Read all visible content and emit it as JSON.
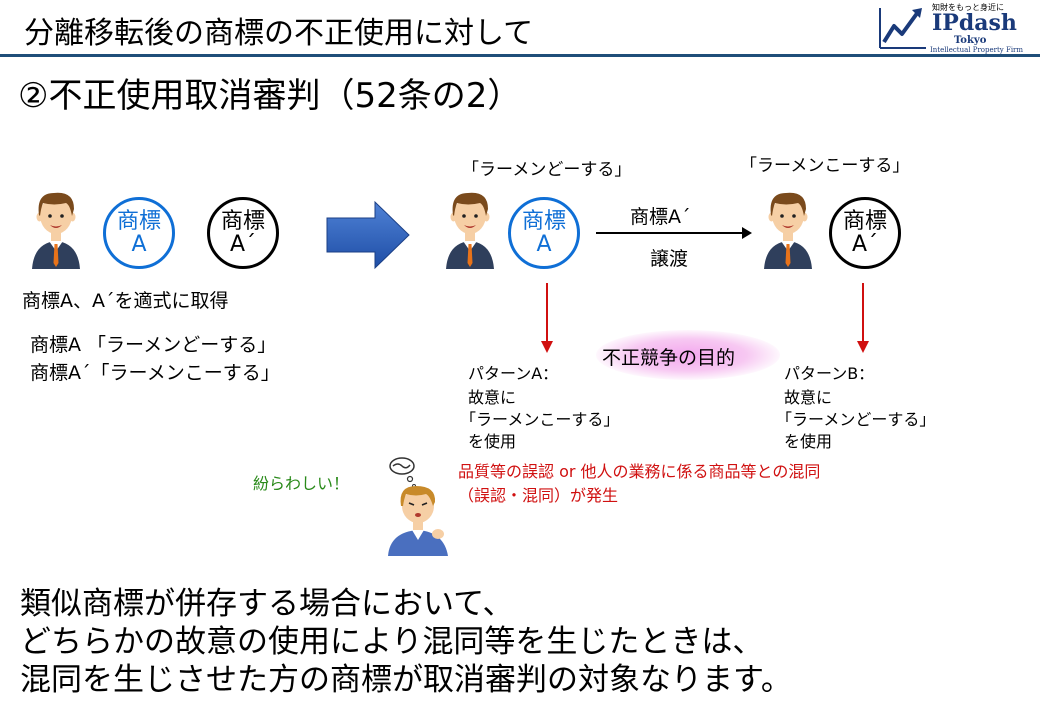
{
  "header": {
    "title": "分離移転後の商標の不正使用に対して",
    "subtitle": "②不正使用取消審判（52条の2）"
  },
  "logo": {
    "tagline": "知財をもっと身近に",
    "name": "IPdash",
    "city": "Tokyo",
    "firm": "Intellectual Property Firm"
  },
  "left_panel": {
    "circle_a": [
      "商標",
      "A"
    ],
    "circle_a_prime": [
      "商標",
      "A´"
    ],
    "caption": "商標A、A´を適式に取得",
    "lines": [
      "商標A 「ラーメンどーする」",
      "商標A´「ラーメンこーする」"
    ]
  },
  "right_panel": {
    "left_quote": "「ラーメンどーする」",
    "right_quote": "「ラーメンこーする」",
    "circle_a": [
      "商標",
      "A"
    ],
    "circle_a_prime": [
      "商標",
      "A´"
    ],
    "transfer_top": "商標A´",
    "transfer_bottom": "譲渡",
    "purpose": "不正競争の目的",
    "pattern_a": [
      "パターンA：",
      "故意に",
      "「ラーメンこーする」",
      "を使用"
    ],
    "pattern_b": [
      "パターンB：",
      "故意に",
      "「ラーメンどーする」",
      "を使用"
    ],
    "confusing": "紛らわしい！",
    "result": [
      "品質等の誤認 or 他人の業務に係る商品等との混同",
      "（誤認・混同）が発生"
    ]
  },
  "conclusion": [
    "類似商標が併存する場合において、",
    "どちらかの故意の使用により混同等を生じたときは、",
    "混同を生じさせた方の商標が取消審判の対象なります。"
  ],
  "colors": {
    "accent_blue": "#0f6fd6",
    "arrow_blue": "#2e5fb8",
    "red": "#d01010",
    "green": "#2a8a1a",
    "glow_pink": "#f3a8ee"
  }
}
